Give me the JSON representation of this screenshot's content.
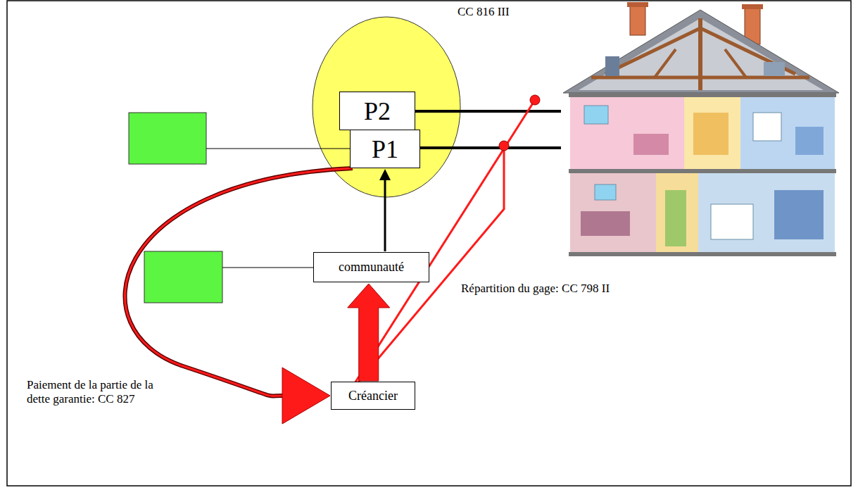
{
  "diagram": {
    "nodes": [
      {
        "text": [
          "CC 816 III"
        ]
      },
      {
        "text": [
          "P2"
        ],
        "in": 0
      },
      {
        "text": [
          "P1"
        ],
        "in": 0
      },
      {
        "text": [
          "communauté"
        ]
      },
      {
        "text": [
          "Créancier"
        ]
      }
    ],
    "edges": [
      {
        "from": 3,
        "to": 2,
        "arrow": "to"
      },
      {
        "from": 4,
        "to": 3,
        "arrow": "to"
      },
      {
        "from": 2,
        "to": 4,
        "arrow": "to"
      }
    ],
    "labels": [
      "Répartition du gage: CC 798 II",
      "Paiement de la partie de la dette garantie: CC 827"
    ]
  }
}
